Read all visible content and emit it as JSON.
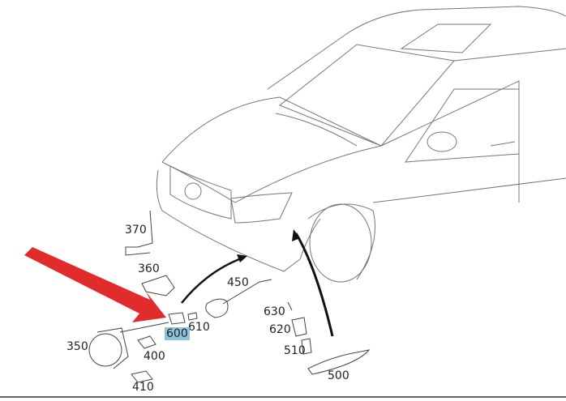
{
  "labels": {
    "p370": "370",
    "p360": "360",
    "p450": "450",
    "p630": "630",
    "p620": "620",
    "p610": "610",
    "p600": "600",
    "p350": "350",
    "p400": "400",
    "p410": "410",
    "p510": "510",
    "p500": "500"
  },
  "colors": {
    "highlight": "#8fc3dc",
    "arrow": "#e02020",
    "line": "#555555"
  }
}
